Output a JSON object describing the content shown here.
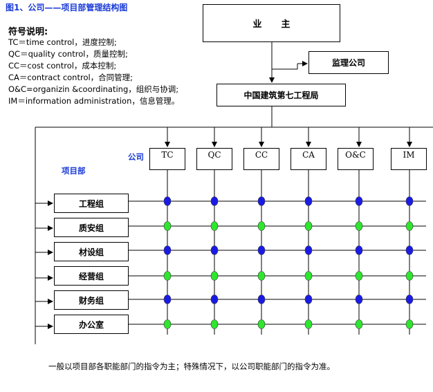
{
  "title": "图1、公司——项目部管理结构图",
  "legend": {
    "heading": "符号说明:",
    "items": [
      "TC＝time control，进度控制;",
      "QC＝quality control，质量控制;",
      "CC＝cost control，成本控制;",
      "CA＝contract control，合同管理;",
      "O&C=organizin &coordinating，组织与协调;",
      "IM＝information administration，信息管理。"
    ]
  },
  "boxes": {
    "owner": "业主",
    "supervisor": "监理公司",
    "bureau": "中国建筑第七工程局"
  },
  "labels": {
    "company": "公司",
    "project_dept": "项目部"
  },
  "functions": [
    "TC",
    "QC",
    "CC",
    "CA",
    "O&C",
    "IM"
  ],
  "groups": [
    "工程组",
    "质安组",
    "材设组",
    "经营组",
    "财务组",
    "办公室"
  ],
  "node_colors": {
    "blue": "#1a1ae6",
    "green": "#2ee62e"
  },
  "grid_nodes": [
    [
      "blue",
      "blue",
      "blue",
      "blue",
      "blue",
      "blue"
    ],
    [
      "green",
      "green",
      "green",
      "green",
      "green",
      "green"
    ],
    [
      "blue",
      "blue",
      "blue",
      "blue",
      "blue",
      "blue"
    ],
    [
      "green",
      "green",
      "green",
      "green",
      "green",
      "green"
    ],
    [
      "blue",
      "blue",
      "blue",
      "blue",
      "blue",
      "blue"
    ],
    [
      "green",
      "green",
      "green",
      "green",
      "green",
      "green"
    ]
  ],
  "footer": "一般以项目部各职能部门的指令为主；特殊情况下，以公司职能部门的指令为准。"
}
